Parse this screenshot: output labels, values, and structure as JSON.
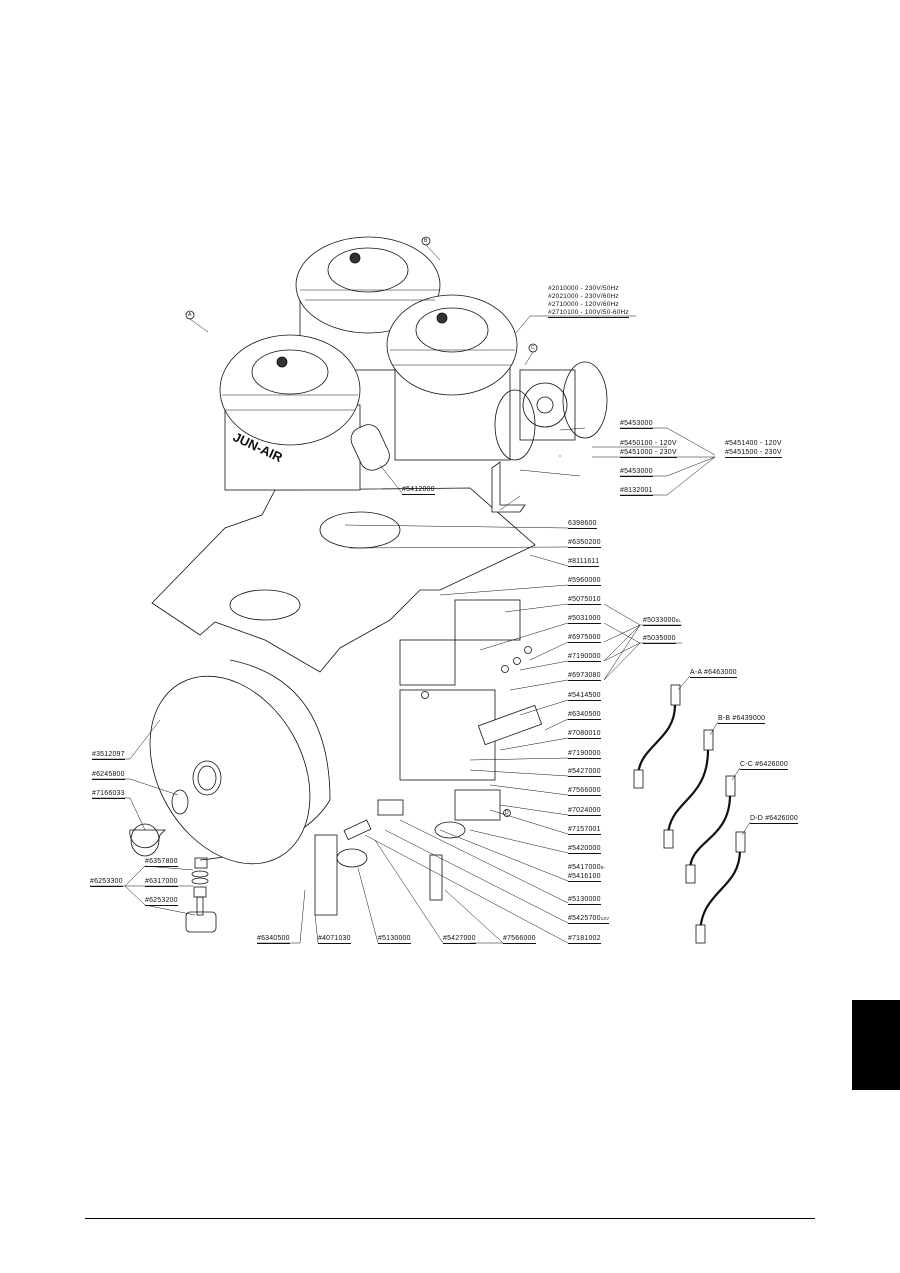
{
  "callouts": {
    "a": "A",
    "b": "B",
    "c": "C",
    "d": "D"
  },
  "motor_variants": [
    "#2010000  -  230V/50Hz",
    "#2021000  -  230V/60Hz",
    "#2710000  -  120V/60Hz",
    "#2710100  -  100V/50-60Hz"
  ],
  "brand_text": "JUN-AIR",
  "labels_right": {
    "fan_guard_1": "#5453000",
    "fan_120": "#5450100  -  120V",
    "fan_230": "#5451000  -  230V",
    "fan_guard_2": "#5453000",
    "bracket": "#8132001",
    "fan_kit_120": "#5451400  -  120V",
    "fan_kit_230": "#5451500  -  230V",
    "p6398600": "6398600",
    "p6350200": "#6350200",
    "p8111611": "#8111611",
    "p5960000": "#5960000",
    "p5075010": "#5075010",
    "p5031000": "#5031000",
    "p6975000": "#6975000",
    "p7190000a": "#7190000",
    "p6973080": "#6973080",
    "p5414500": "#5414500",
    "p6340500": "#6340500",
    "p7080010": "#7080010",
    "p7190000b": "#7190000",
    "p5427000": "#5427000",
    "p7566000": "#7566000",
    "p7024000": "#7024000",
    "p7157001": "#7157001",
    "p5420000": "#5420000",
    "p5417000": "#5417000",
    "p5417000_sup": "8-",
    "p5416100": "#5416100",
    "p5130000": "#5130000",
    "p5425700": "#5425700",
    "p5425700_sup": "10V",
    "p7181002": "#7181002",
    "kit_5033000": "#5033000",
    "kit_5033000_sup": "8L",
    "kit_5035000": "#5035000"
  },
  "label_capacitor": "#5412000",
  "labels_left": {
    "tank": "#3512097",
    "seal": "#6245800",
    "cap": "#7166033",
    "foot_kit": "#6253300",
    "washer": "#6357800",
    "nut": "#6317000",
    "foot": "#6253200"
  },
  "labels_bottom": [
    "#6340500",
    "#4071030",
    "#5130000",
    "#5427000",
    "#7566000",
    "#7181002"
  ],
  "hoses": [
    "A-A  #6463000",
    "B-B  #6439000",
    "C-C  #6426000",
    "D-D  #6426000"
  ]
}
